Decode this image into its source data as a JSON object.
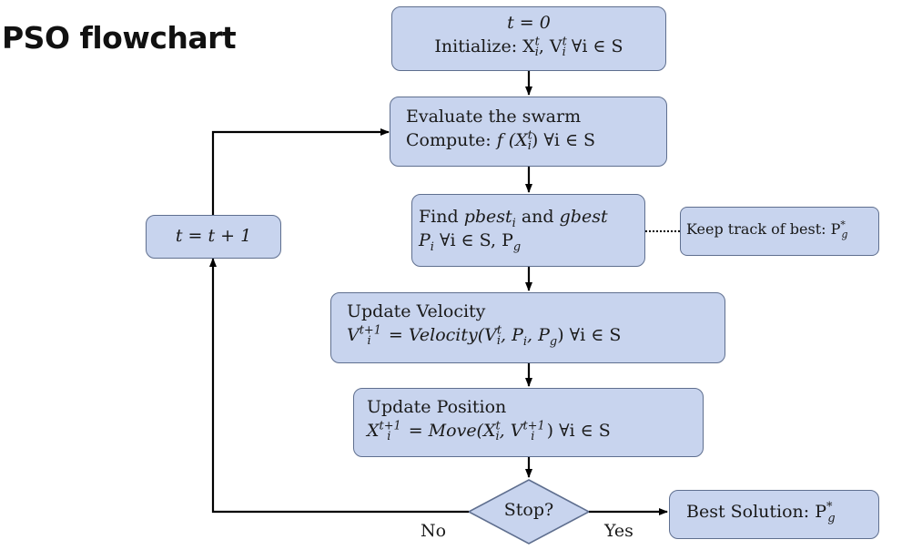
{
  "title": "PSO flowchart",
  "nodes": {
    "init": {
      "line1": "t = 0",
      "line2": "Initialize: X",
      "line2_sup": "t",
      "line2_sub": "i",
      "line2_b": ", V",
      "line2_sup2": "t",
      "line2_sub2": "i",
      "line2_c": " ∀i ∈ S"
    },
    "evaluate": {
      "line1": "Evaluate the swarm",
      "line2_a": "Compute: ",
      "line2_b": "f (X",
      "line2_sup": "t",
      "line2_sub": "i",
      "line2_c": ")  ∀i ∈ S"
    },
    "find": {
      "line1_a": "Find ",
      "line1_b": "pbest",
      "line1_sub": "i",
      "line1_c": " and ",
      "line1_d": "gbest",
      "line2_a": "P",
      "line2_sub": "i",
      "line2_b": " ∀i ∈ S, P",
      "line2_sub2": "g"
    },
    "update_velocity": {
      "line1": "Update Velocity",
      "line2_a": "V",
      "line2_sup": "t+1",
      "line2_sub": "i",
      "line2_b": " = Velocity(V",
      "line2_sup2": "t",
      "line2_sub2": "i",
      "line2_c": ", P",
      "line2_sub3": "i",
      "line2_d": ", P",
      "line2_sub4": "g",
      "line2_e": ") ∀i ∈ S"
    },
    "update_position": {
      "line1": "Update Position",
      "line2_a": "X",
      "line2_sup": "t+1",
      "line2_sub": "i",
      "line2_b": " = Move(X",
      "line2_sup2": "t",
      "line2_sub2": "i",
      "line2_c": ", V",
      "line2_sup3": "t+1",
      "line2_sub3": "i",
      "line2_d": ") ∀i ∈ S"
    },
    "stop": {
      "label": "Stop?"
    },
    "increment": {
      "label": "t = t + 1"
    },
    "keep_track": {
      "label": "Keep track of best: P",
      "sup": "*",
      "sub": "g"
    },
    "best_solution": {
      "label": "Best Solution: P",
      "sup": "*",
      "sub": "g"
    }
  },
  "edges": {
    "no_label": "No",
    "yes_label": "Yes"
  },
  "colors": {
    "node_fill": "#c8d4ee",
    "node_border": "#5f6f8f",
    "line": "#000000"
  }
}
